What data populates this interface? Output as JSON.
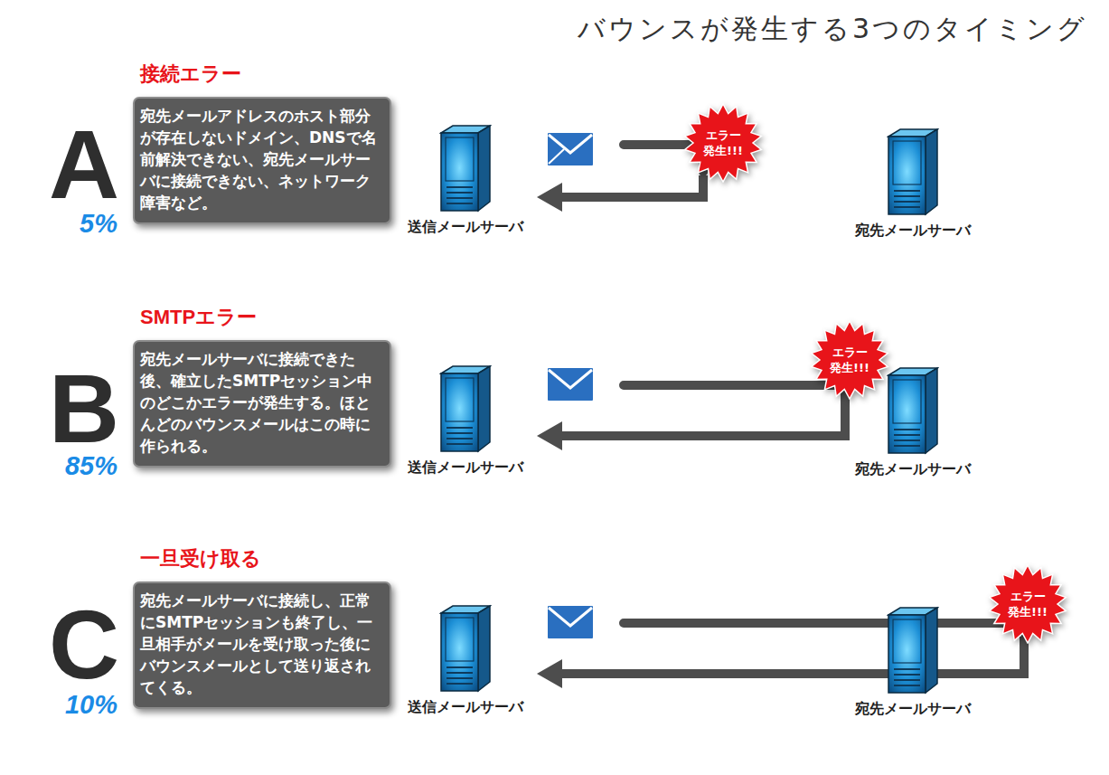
{
  "diagram": {
    "title": "バウンスが発生する3つのタイミング",
    "nodes": [
      {
        "text": [
          "接続エラー",
          "宛先メールアドレスのホスト部分が存在しないドメイン、DNSで名前解決できない、宛先メールサーバに接続できない、ネットワーク障害など。"
        ]
      },
      {
        "text": [
          "送信メールサーバ"
        ]
      },
      {
        "text": [
          "エラー 発生!!!"
        ]
      },
      {
        "text": [
          "宛先メールサーバ"
        ]
      },
      {
        "text": [
          "SMTPエラー",
          "宛先メールサーバに接続できた後、確立したSMTPセッション中のどこかエラーが発生する。ほとんどのバウンスメールはこの時に作られる。"
        ]
      },
      {
        "text": [
          "送信メールサーバ"
        ]
      },
      {
        "text": [
          "エラー 発生!!!"
        ]
      },
      {
        "text": [
          "宛先メールサーバ"
        ]
      },
      {
        "text": [
          "一旦受け取る",
          "宛先メールサーバに接続し、正常にSMTPセッションも終了し、一旦相手がメールを受け取った後にバウンスメールとして送り返されてくる。"
        ]
      },
      {
        "text": [
          "送信メールサーバ"
        ]
      },
      {
        "text": [
          "宛先メールサーバ"
        ]
      },
      {
        "text": [
          "エラー 発生!!!"
        ]
      }
    ],
    "edges": [
      {
        "from": 2,
        "to": 1,
        "arrow": "to"
      },
      {
        "from": 6,
        "to": 5,
        "arrow": "to"
      },
      {
        "from": 11,
        "to": 9,
        "arrow": "to"
      }
    ],
    "labels": [
      "A",
      "5%",
      "B",
      "85%",
      "C",
      "10%"
    ]
  }
}
